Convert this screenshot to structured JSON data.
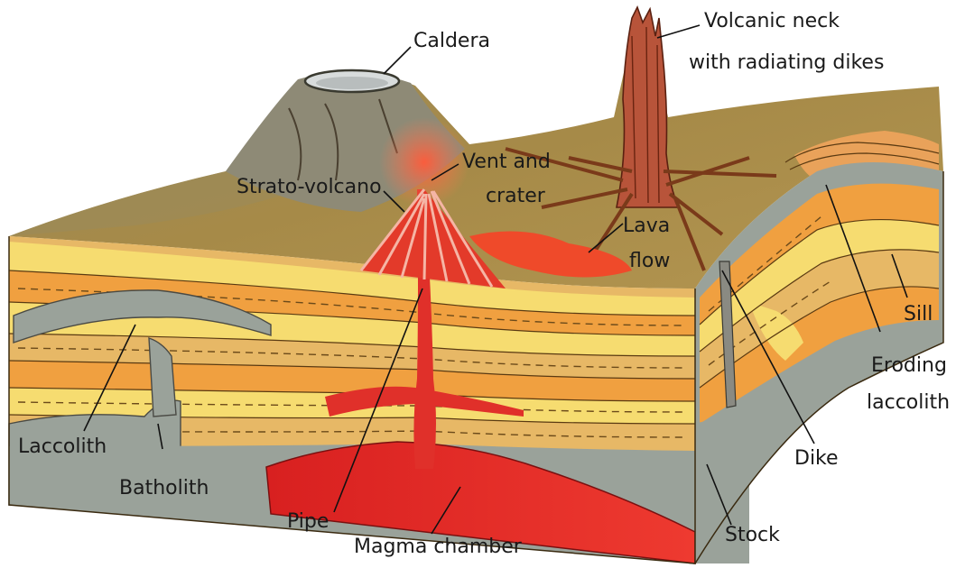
{
  "labels": {
    "caldera": "Caldera",
    "volcanic_neck_1": "Volcanic neck",
    "volcanic_neck_2": "with radiating dikes",
    "strato_volcano": "Strato-volcano",
    "vent_1": "Vent and",
    "vent_2": "crater",
    "lava_1": "Lava",
    "lava_2": "flow",
    "sill": "Sill",
    "eroding_1": "Eroding",
    "eroding_2": "laccolith",
    "laccolith": "Laccolith",
    "batholith": "Batholith",
    "dike": "Dike",
    "pipe": "Pipe",
    "magma_chamber": "Magma chamber",
    "stock": "Stock"
  },
  "colors": {
    "surface": "#a98a4a",
    "surface_dark": "#8b7440",
    "layer_orange": "#f0a040",
    "layer_yellow": "#f6dc70",
    "layer_tan": "#e7b866",
    "intrusion_gray": "#9aa29a",
    "magma": "#e0302a",
    "lava": "#ef4a2a",
    "volcano_gray": "#8e8a76"
  }
}
